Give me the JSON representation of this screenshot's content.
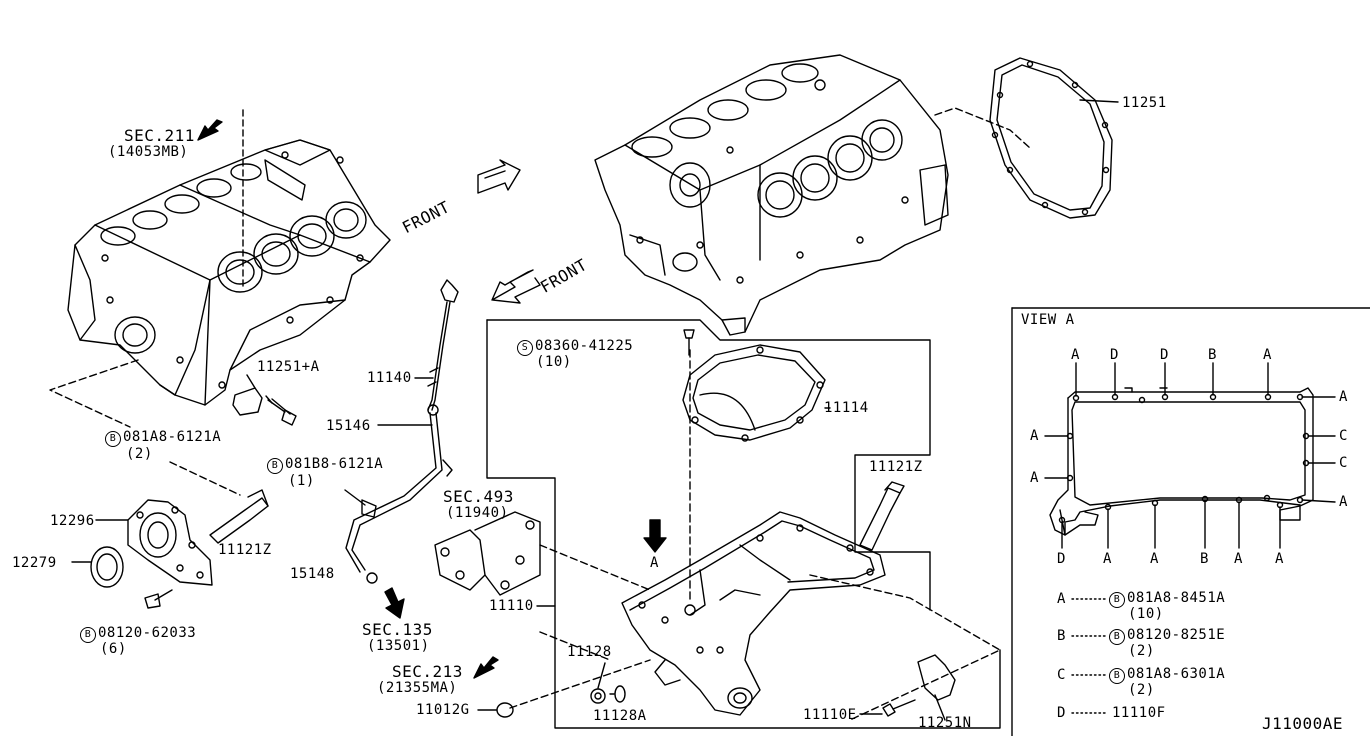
{
  "labels": {
    "sec211": "SEC.211",
    "sec211_ref": "(14053MB)",
    "front_left": "FRONT",
    "front_center": "FRONT",
    "p11251": "11251",
    "p11251a": "11251+A",
    "bolt_081a8_6121a": "081A8-6121A",
    "bolt_081a8_6121a_qty": "(2)",
    "bolt_081b8_6121a": "081B8-6121A",
    "bolt_081b8_6121a_qty": "(1)",
    "p11140": "11140",
    "p15146": "15146",
    "p15148": "15148",
    "sec135": "SEC.135",
    "sec135_ref": "(13501)",
    "sec493": "SEC.493",
    "sec493_ref": "(11940)",
    "p12296": "12296",
    "p12279": "12279",
    "p11121z_left": "11121Z",
    "bolt_08120_62033": "08120-62033",
    "bolt_08120_62033_qty": "(6)",
    "p11110": "11110",
    "p11128": "11128",
    "p11128a": "11128A",
    "sec213": "SEC.213",
    "sec213_ref": "(21355MA)",
    "p11012g": "11012G",
    "screw_08360_41225": "08360-41225",
    "screw_08360_41225_qty": "(10)",
    "p11114": "11114",
    "p11121z_right": "11121Z",
    "view_a_arrow": "A",
    "p11110e": "11110E",
    "p11251n": "11251N",
    "diagram_id": "J11000AE"
  },
  "view_a": {
    "title": "VIEW A",
    "top_markers": [
      "A",
      "D",
      "D",
      "B",
      "A"
    ],
    "right_markers": [
      "A",
      "C",
      "C",
      "A"
    ],
    "left_markers": [
      "A",
      "A"
    ],
    "bottom_markers": [
      "D",
      "A",
      "A",
      "B",
      "A",
      "A"
    ],
    "legend": [
      {
        "key": "A",
        "part": "081A8-8451A",
        "qty": "(10)",
        "circled": "B"
      },
      {
        "key": "B",
        "part": "08120-8251E",
        "qty": "(2)",
        "circled": "B"
      },
      {
        "key": "C",
        "part": "081A8-6301A",
        "qty": "(2)",
        "circled": "B"
      },
      {
        "key": "D",
        "part": "11110F",
        "qty": "",
        "circled": ""
      }
    ]
  },
  "circled_prefix": {
    "b": "B",
    "s": "S"
  }
}
